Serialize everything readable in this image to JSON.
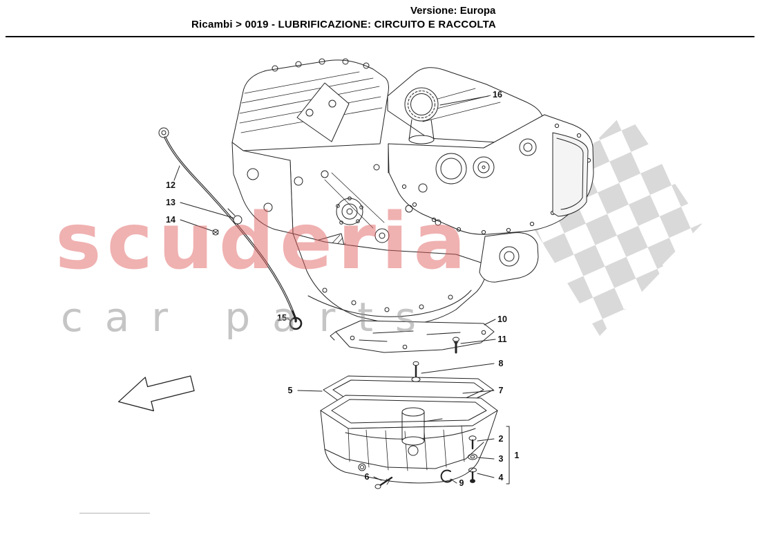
{
  "header": {
    "version": "Versione: Europa",
    "title": "Ricambi > 0019 - LUBRIFICAZIONE: CIRCUITO E RACCOLTA"
  },
  "watermark": {
    "primary": "scuderia",
    "secondary": "car parts",
    "primary_color": "#e05c5c",
    "secondary_color": "#969696",
    "flag": "checkered-flag"
  },
  "diagram": {
    "description": "Exploded technical drawing of engine lubrication circuit and oil collection (engine block, dipstick, baffle plate, gasket, oil sump, oil pump, fasteners)",
    "arrow_direction": "left",
    "callouts": [
      "16",
      "12",
      "13",
      "14",
      "15",
      "10",
      "11",
      "8",
      "5",
      "7",
      "2",
      "1",
      "3",
      "9",
      "6",
      "4"
    ]
  },
  "colors": {
    "line": "#222222",
    "flag_checker": "#d9d9d9",
    "divider": "#000000"
  }
}
